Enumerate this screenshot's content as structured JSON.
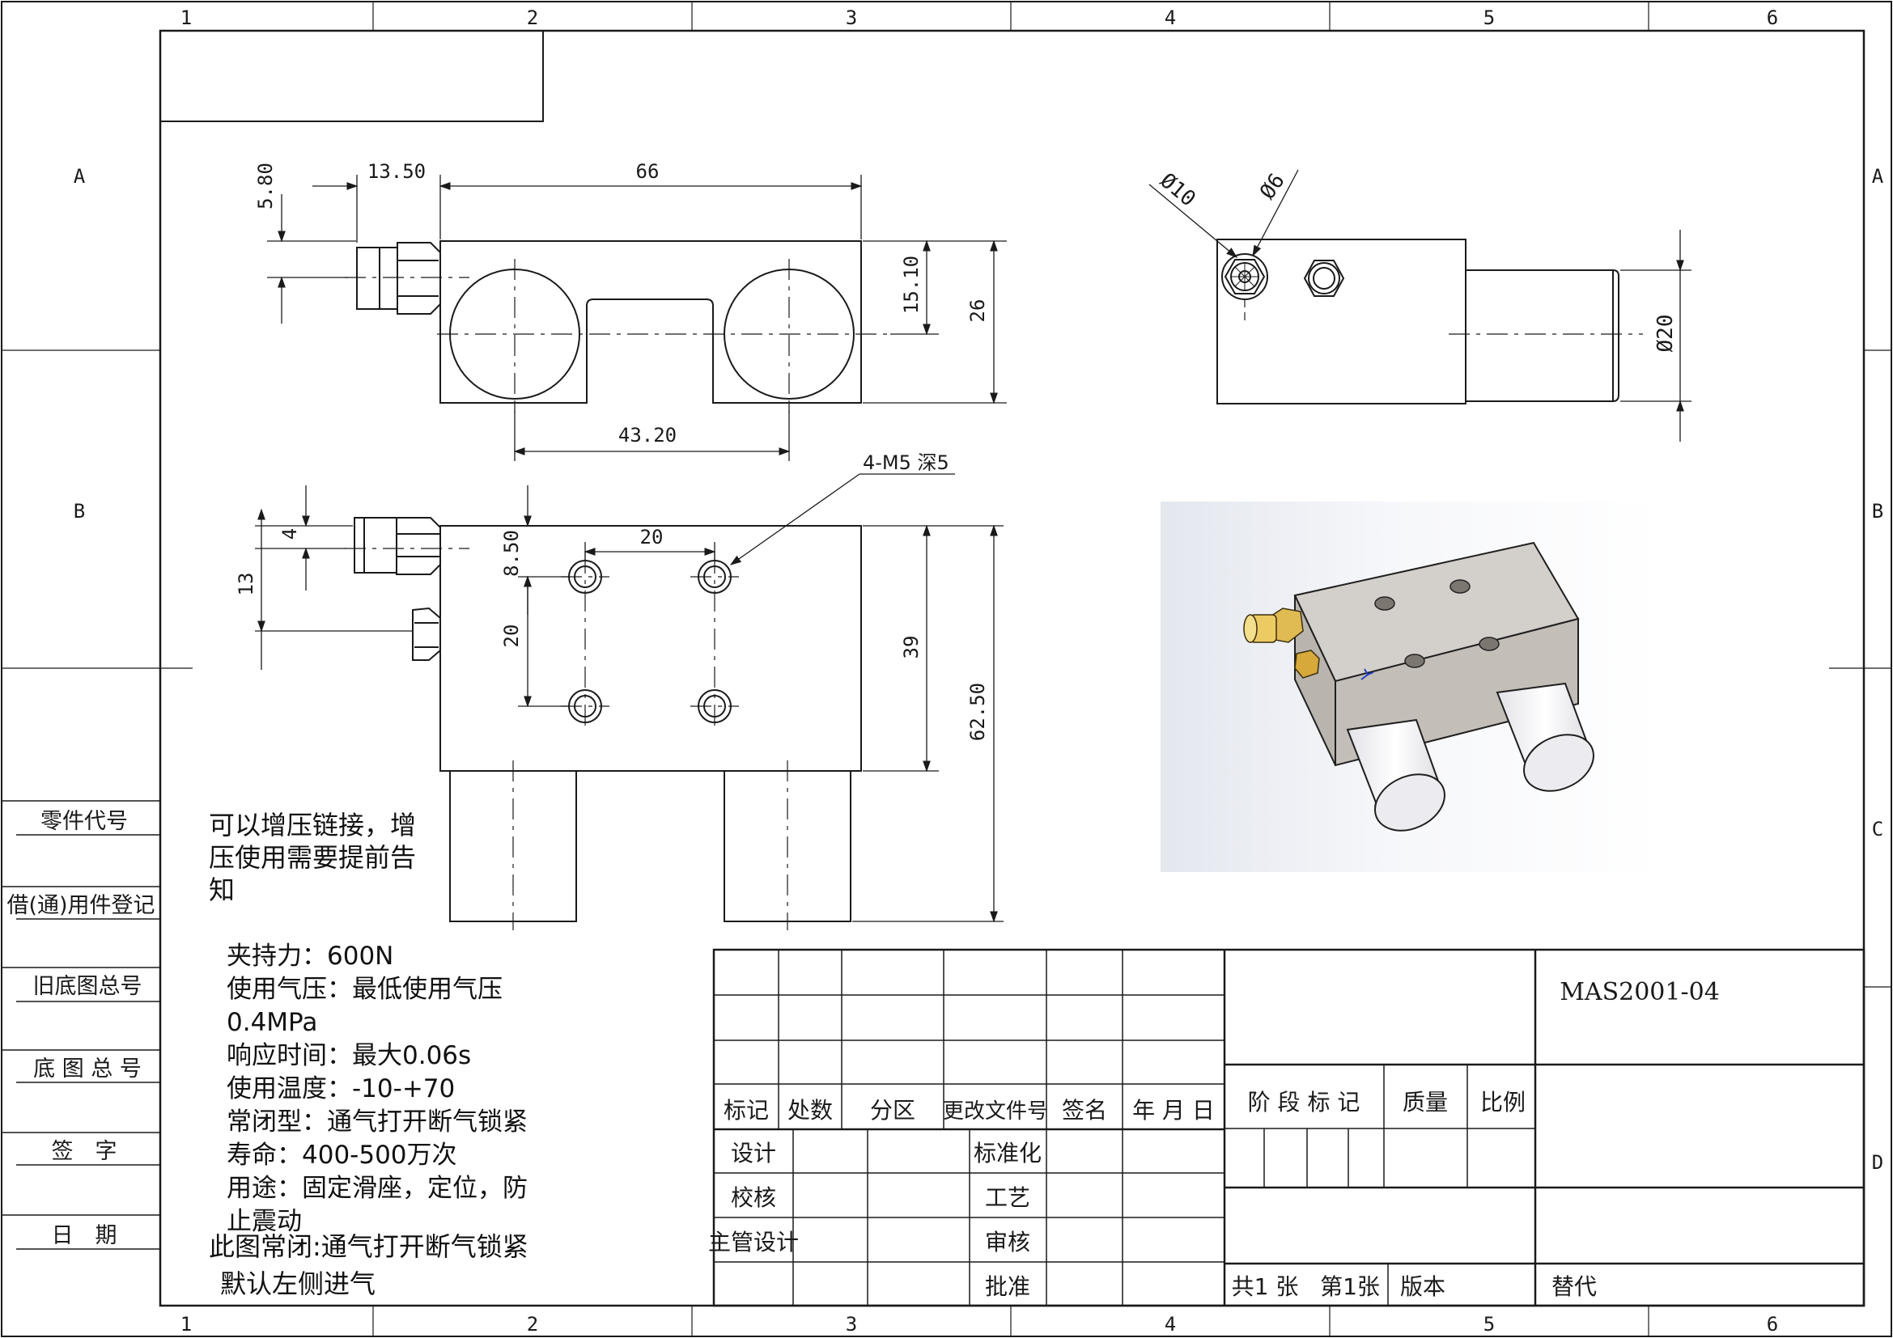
{
  "sheet": {
    "zone_columns": [
      "1",
      "2",
      "3",
      "4",
      "5",
      "6"
    ],
    "zone_rows_left": [
      "A",
      "B"
    ],
    "zone_rows_right": [
      "A",
      "B",
      "C",
      "D"
    ]
  },
  "left_table": {
    "rows": [
      "零件代号",
      "借(通)用件登记",
      "旧底图总号",
      "底 图 总 号",
      "签　字",
      "日　期"
    ]
  },
  "dimensions": {
    "front": [
      "5.80",
      "13.50",
      "66",
      "15.10",
      "26",
      "43.20"
    ],
    "top": [
      "4",
      "13",
      "8.50",
      "20",
      "20",
      "39",
      "62.50"
    ],
    "thread_callout": "4-M5 深5",
    "side": [
      "Ø10",
      "Ø6",
      "Ø20"
    ]
  },
  "notes": {
    "pressure_note": [
      "可以增压链接，增",
      "压使用需要提前告",
      "知"
    ],
    "specs": [
      "夹持力：600N",
      "使用气压：最低使用气压",
      "0.4MPa",
      "响应时间：最大0.06s",
      "使用温度：-10-+70",
      "常闭型：通气打开断气锁紧",
      "寿命：400-500万次",
      "用途：固定滑座，定位，防",
      "止震动"
    ],
    "closing_note": [
      "此图常闭:通气打开断气锁紧",
      "默认左侧进气"
    ]
  },
  "title_block": {
    "drawing_number": "MAS2001-04",
    "revision_headers": [
      "标记",
      "处数",
      "分区",
      "更改文件号",
      "签名",
      "年 月 日"
    ],
    "left_roles": [
      "设计",
      "校核",
      "主管设计"
    ],
    "mid_roles": [
      "标准化",
      "工艺",
      "审核",
      "批准"
    ],
    "stage_headers": [
      "阶 段 标 记",
      "质量",
      "比例"
    ],
    "sheet_total": "共1 张",
    "sheet_no": "第1张",
    "version_label": "版本",
    "replace_label": "替代"
  },
  "colors": {
    "line": "#1a1a1a",
    "body_fill": "#cbc6c1",
    "brass": "#d8b24a",
    "sleeve": "#f3f3f6"
  }
}
